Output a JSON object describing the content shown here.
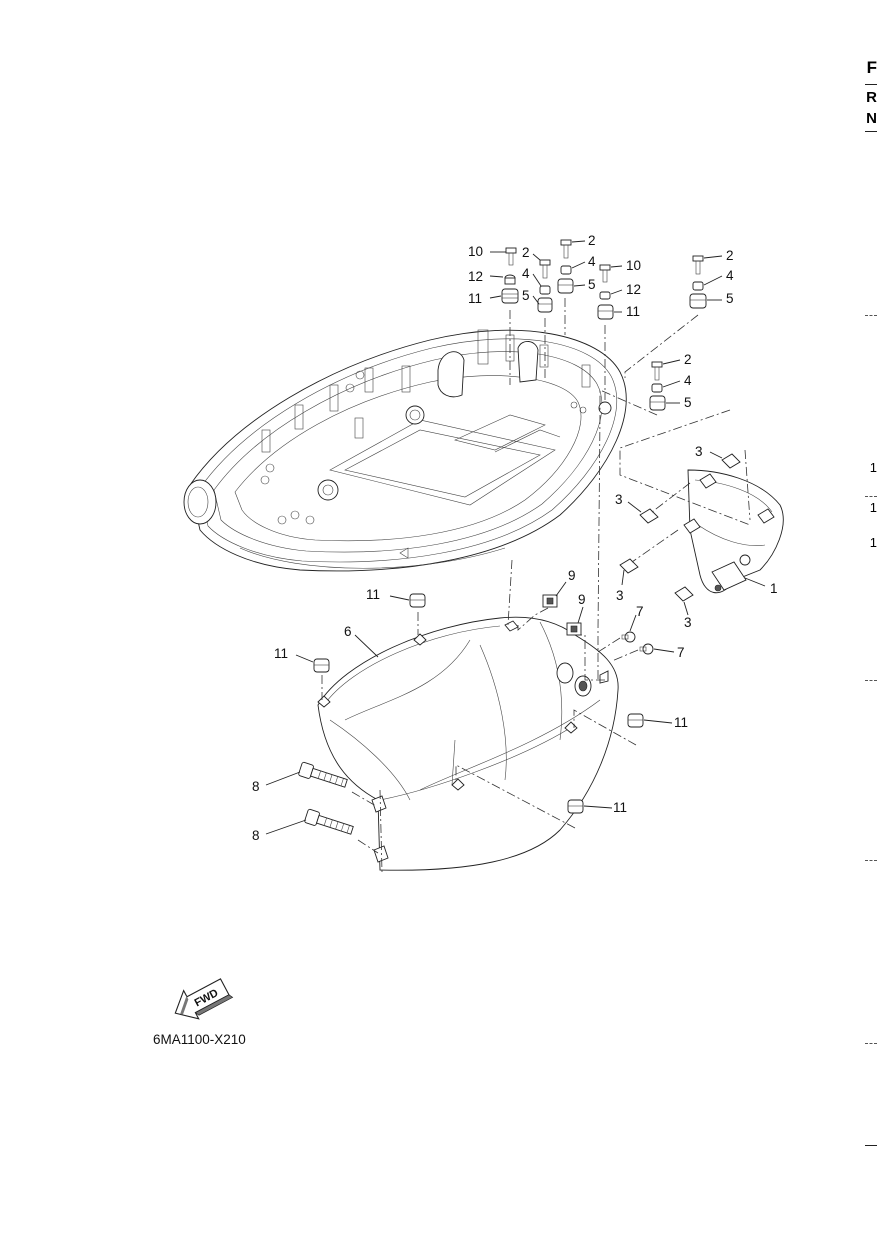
{
  "diagram": {
    "part_code": "6MA1100-X210",
    "fwd_label": "FWD",
    "callouts": {
      "top_left_10": "10",
      "top_left_12": "12",
      "top_left_11": "11",
      "top_2a": "2",
      "top_4a": "4",
      "top_5a": "5",
      "top_2b": "2",
      "top_4b": "4",
      "top_5b": "5",
      "top_10b": "10",
      "top_12b": "12",
      "top_11b": "11",
      "right_2": "2",
      "right_4": "4",
      "right_5": "5",
      "mid_2": "2",
      "mid_4": "4",
      "mid_5": "5",
      "clip_3a": "3",
      "clip_3b": "3",
      "clip_3c": "3",
      "clip_3d": "3",
      "bracket_1": "1",
      "grommet_11_top": "11",
      "grommet_11_left": "11",
      "grommet_11_right": "11",
      "grommet_11_bottom": "11",
      "cover_6": "6",
      "nut_9a": "9",
      "nut_9b": "9",
      "screw_7a": "7",
      "screw_7b": "7",
      "bolt_8a": "8",
      "bolt_8b": "8"
    }
  },
  "side_margin": {
    "letters": [
      "F",
      "R",
      "N"
    ],
    "ticks": [
      "1",
      "1",
      "1"
    ]
  }
}
